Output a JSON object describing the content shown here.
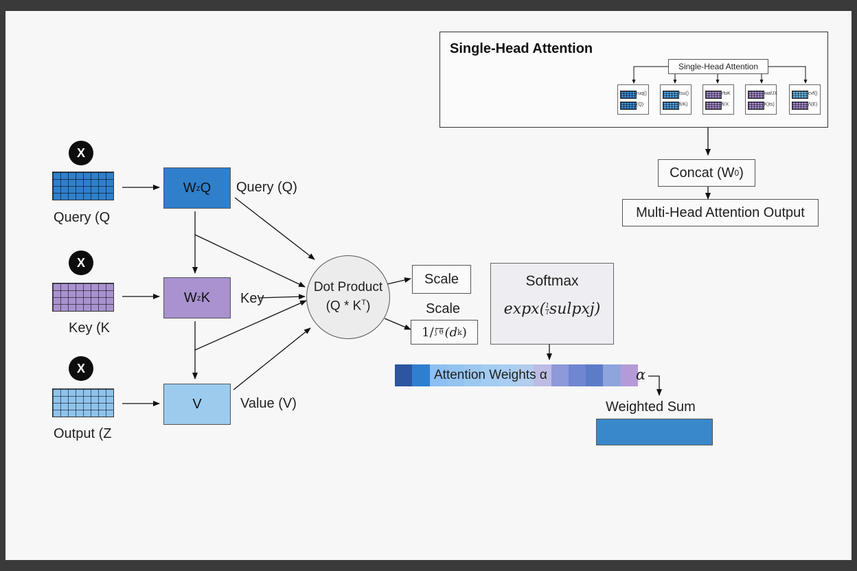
{
  "colors": {
    "query_blue": "#2f7fca",
    "key_purple": "#a992cf",
    "value_lightblue": "#9ccbee",
    "output_lightblue": "#8fc3ec",
    "weighted_sum": "#3a88cc"
  },
  "inputs": [
    {
      "x_symbol": "X",
      "label": "Query (Q",
      "icon": "query-matrix-grid"
    },
    {
      "x_symbol": "X",
      "label": "Key (K",
      "icon": "key-matrix-grid"
    },
    {
      "x_symbol": "X",
      "label": "Output (Z",
      "icon": "output-matrix-grid"
    }
  ],
  "weights": {
    "q": {
      "main": "W",
      "sub": "z",
      "tail": "Q"
    },
    "k": {
      "main": "W",
      "sub": "z",
      "tail": "K"
    },
    "v": {
      "main": "V"
    }
  },
  "projection_labels": {
    "query": "Query (Q)",
    "key": "Key",
    "value": "Value (V)"
  },
  "dot_product": {
    "line1": "Dot Product",
    "line2": "(Q * K",
    "sup": "T",
    "line2_end": ")"
  },
  "scale": {
    "box_label": "Scale",
    "label": "Scale",
    "formula_lead": "1/",
    "formula_root": "ʃ θ",
    "formula_tail": "(d",
    "formula_sub": "k",
    "formula_end": ")"
  },
  "softmax": {
    "title": "Softmax",
    "formula_a": "expx",
    "formula_num": "1",
    "formula_den": "i",
    "formula_b": "sulpxj"
  },
  "attention_weights": {
    "label": "Attention Weights α",
    "alpha": "α",
    "segments": [
      "#2d55a0",
      "#2f7fd0",
      "#8dbff0",
      "#94c3f0",
      "#9cc8f0",
      "#a3ccf2",
      "#a9cef2",
      "#b2cdee",
      "#bcbce4",
      "#8d99d8",
      "#6f86d0",
      "#5c7cc8",
      "#8da4dc",
      "#b59ad8"
    ]
  },
  "weighted_sum": {
    "label": "Weighted Sum"
  },
  "single_head_panel": {
    "title": "Single-Head Attention",
    "inner_title": "Single-Head Attention",
    "minis": [
      {
        "c1": "#3d8ed8",
        "t1": "ruq()",
        "c2": "#3d8ed8",
        "t2": "(Q)"
      },
      {
        "c1": "#4f9fe0",
        "t1": "tsu()",
        "c2": "#4f9fe0",
        "t2": "fi/K)"
      },
      {
        "c1": "#a38acc",
        "t1": "rfoK",
        "c2": "#a38acc",
        "t2": "fi/X"
      },
      {
        "c1": "#a38acc",
        "t1": "wafJX",
        "c2": "#a38acc",
        "t2": "K)ts)"
      },
      {
        "c1": "#66b3e6",
        "t1": "cvf()",
        "c2": "#a38acc",
        "t2": "/\\(E)"
      }
    ]
  },
  "concat": {
    "label": "Concat (W",
    "sub": "0",
    "end": ")"
  },
  "multi_head_output": {
    "label": "Multi-Head Attention Output"
  }
}
